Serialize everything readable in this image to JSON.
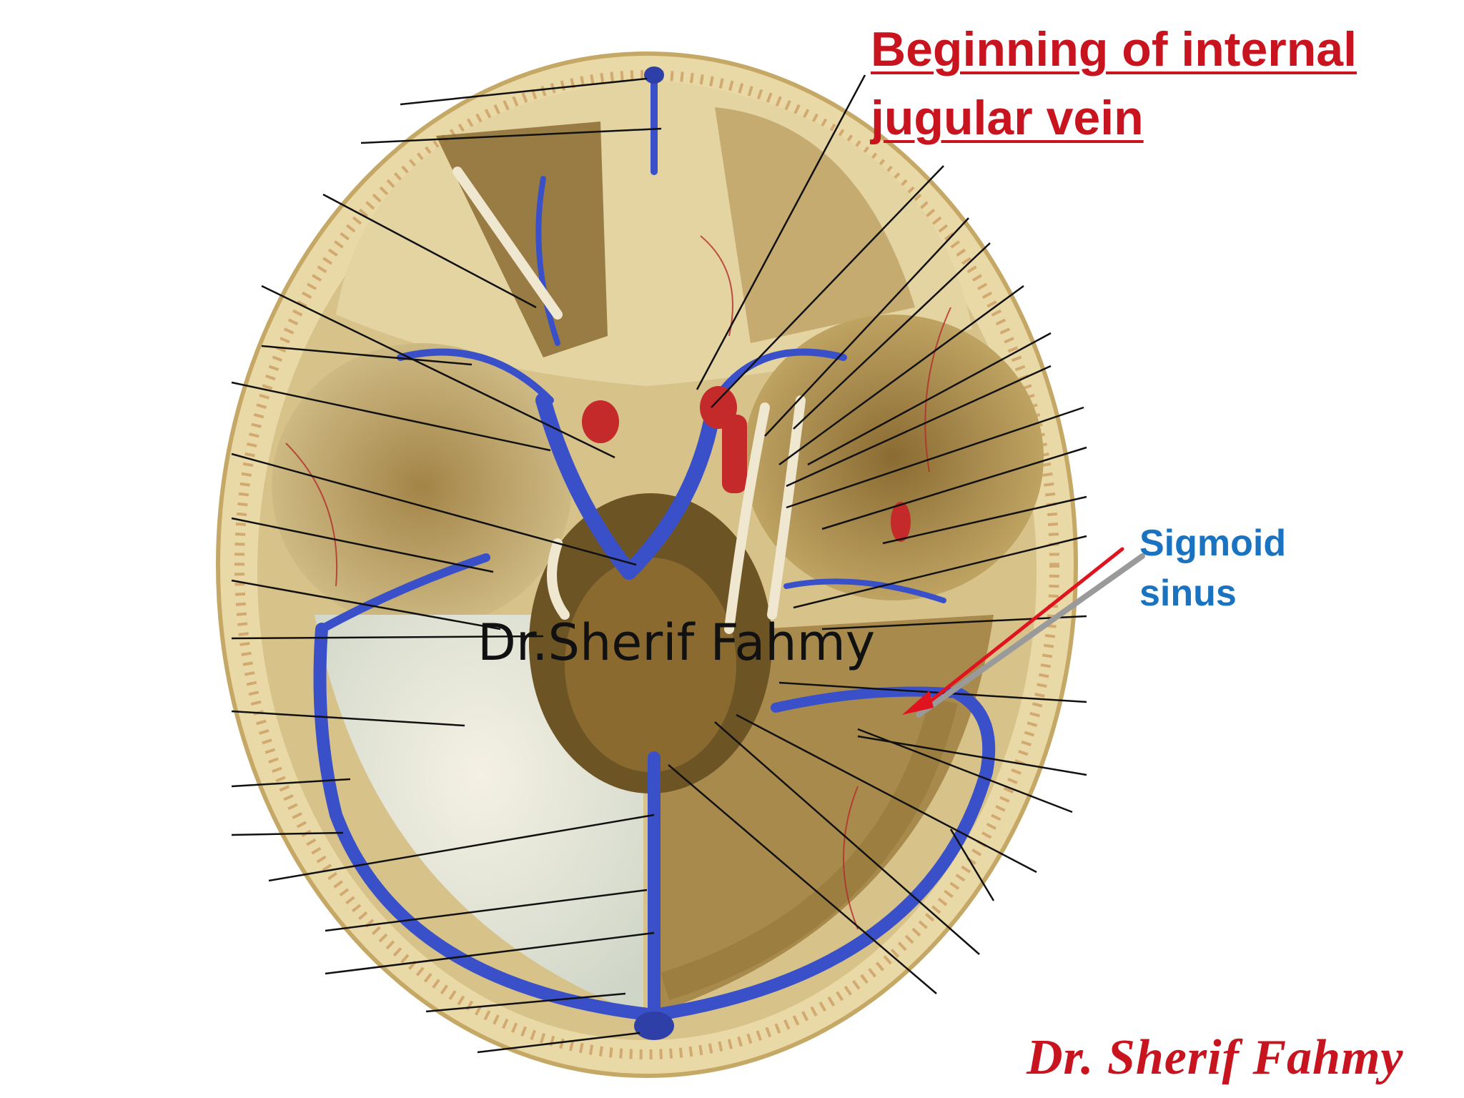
{
  "annotation": {
    "title_line1": "Beginning of internal",
    "title_line2": "jugular vein",
    "title_color": "#c8141e",
    "target_line1": "Sigmoid",
    "target_line2": "sinus",
    "target_color": "#1a73c0",
    "arrow_color": "#e0141e"
  },
  "watermark": "Dr.Sherif Fahmy",
  "signature": "Dr. Sherif Fahmy",
  "colors": {
    "bone": "#e7d7a4",
    "dura": "#b99a57",
    "venous_sinus": "#3a50c8",
    "artery": "#c42a2a",
    "leader_line": "#111111"
  }
}
